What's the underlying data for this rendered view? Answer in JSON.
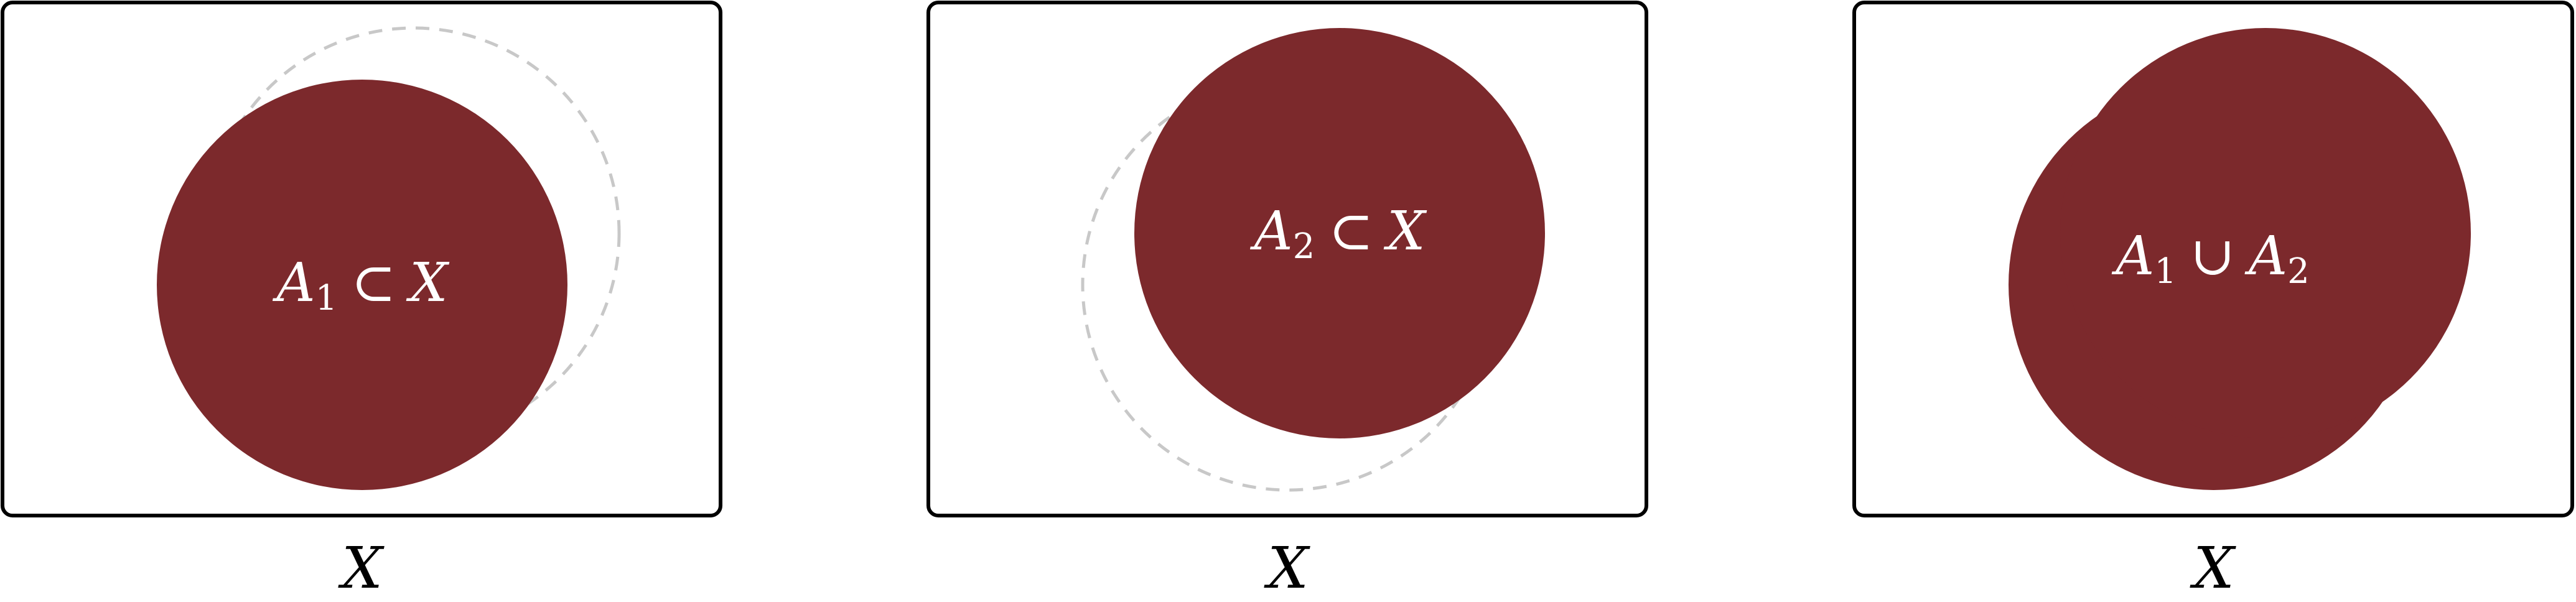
{
  "colors": {
    "set_fill": "#7c292c",
    "ghost_outline": "#c8c8c8",
    "frame": "#000000",
    "label_text": "#ffffff"
  },
  "panels": [
    {
      "label": {
        "a": "A",
        "a_sub": "1",
        "op": "⊂",
        "b": "X"
      },
      "caption": "X"
    },
    {
      "label": {
        "a": "A",
        "a_sub": "2",
        "op": "⊂",
        "b": "X"
      },
      "caption": "X"
    },
    {
      "label": {
        "a": "A",
        "a_sub": "1",
        "op": "∪",
        "b": "A",
        "b_sub": "2"
      },
      "caption": "X"
    }
  ]
}
